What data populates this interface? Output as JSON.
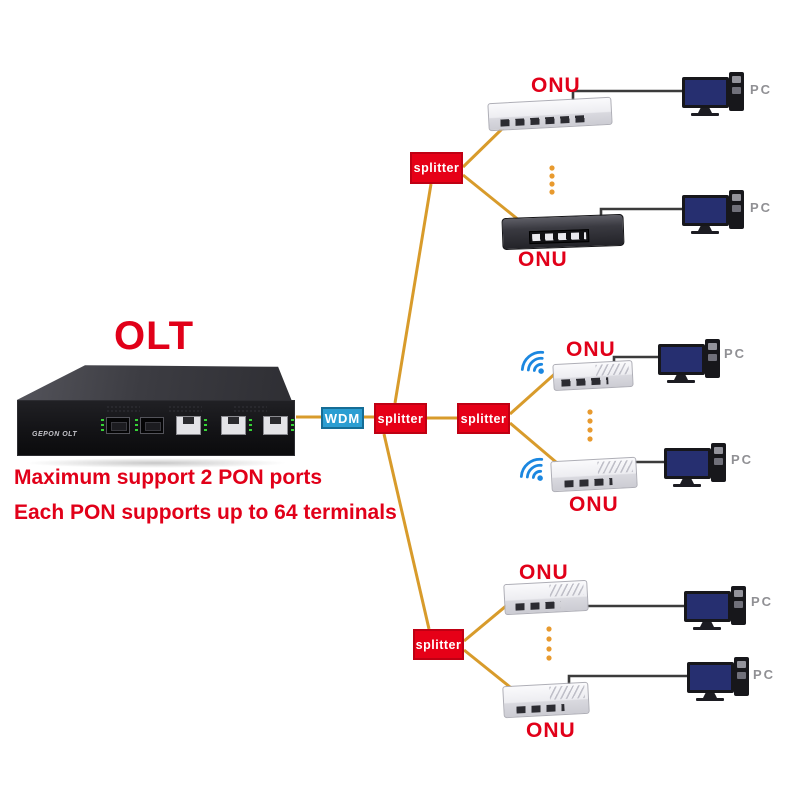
{
  "diagram": {
    "olt": {
      "heading": "OLT",
      "device_name": "GEPON OLT",
      "note_line1": "Maximum support 2 PON ports",
      "note_line2": "Each PON supports up to 64 terminals"
    },
    "wdm": {
      "label": "WDM"
    },
    "splitter": {
      "label": "splitter"
    },
    "onu": {
      "label": "ONU"
    },
    "pc": {
      "label": "PC"
    },
    "colors": {
      "label_red": "#e10019",
      "splitter_red": "#e60017",
      "wdm_blue": "#2b9ed2",
      "fiber_orange": "#d89b2b",
      "ethernet_dark": "#3b3b3b",
      "wifi_blue": "#1b87e0",
      "pc_label_gray": "#909094",
      "monitor_navy": "#262f70"
    }
  }
}
